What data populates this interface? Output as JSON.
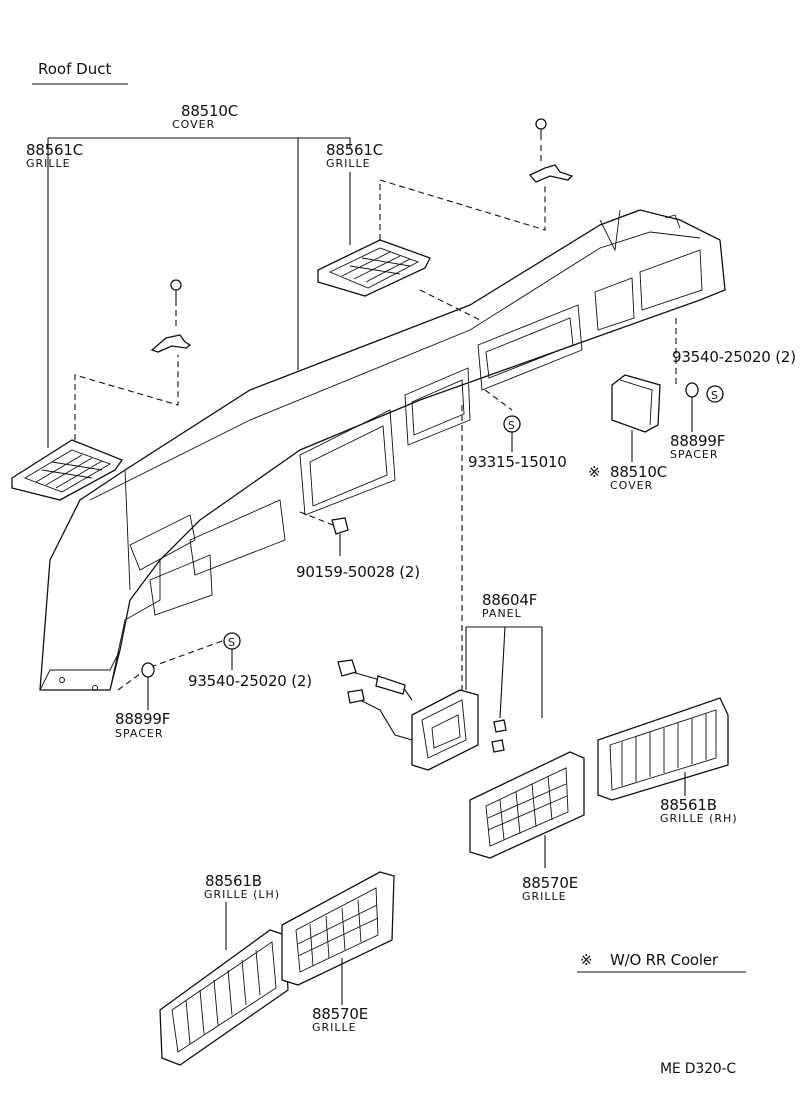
{
  "title": "Roof Duct",
  "parts": {
    "cover_top": {
      "number": "88510C",
      "name": "COVER"
    },
    "grille_left": {
      "number": "88561C",
      "name": "GRILLE"
    },
    "grille_right": {
      "number": "88561C",
      "name": "GRILLE"
    },
    "bolt_right": {
      "number": "93540-25020 (2)"
    },
    "spacer_right": {
      "number": "88899F",
      "name": "SPACER"
    },
    "screw_mid": {
      "number": "93315-15010"
    },
    "cover_mid": {
      "number": "88510C",
      "name": "COVER",
      "mark": "※"
    },
    "screw_lower": {
      "number": "90159-50028  (2)"
    },
    "panel": {
      "number": "88604F",
      "name": "PANEL"
    },
    "bolt_left": {
      "number": "93540-25020 (2)"
    },
    "spacer_left": {
      "number": "88899F",
      "name": "SPACER"
    },
    "grille_rh": {
      "number": "88561B",
      "name": "GRILLE (RH)"
    },
    "grille_mid": {
      "number": "88570E",
      "name": "GRILLE"
    },
    "grille_lh": {
      "number": "88561B",
      "name": "GRILLE (LH)"
    },
    "grille_low": {
      "number": "88570E",
      "name": "GRILLE"
    }
  },
  "note": {
    "mark": "※",
    "text": "W/O RR  Cooler"
  },
  "code": "ME  D320-C",
  "symbol_s": "S"
}
